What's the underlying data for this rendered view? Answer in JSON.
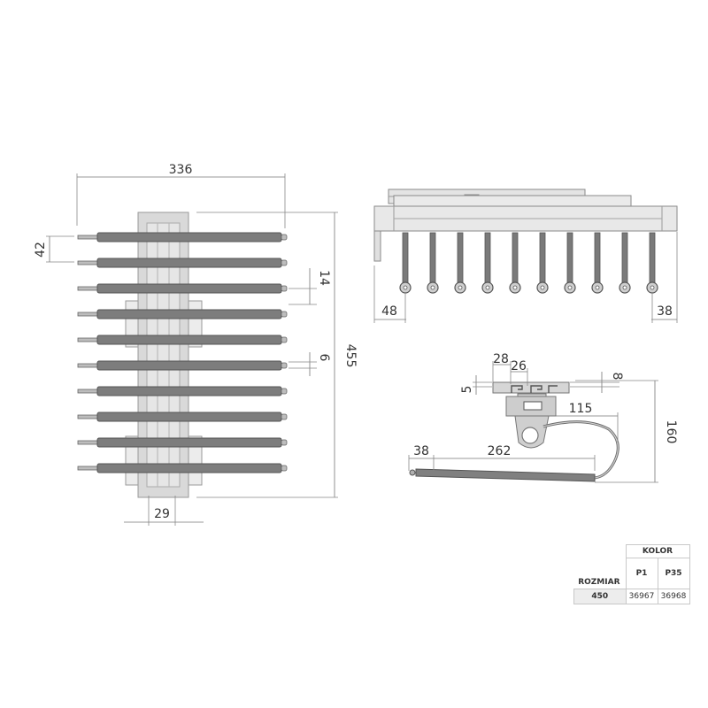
{
  "dimensions": {
    "front_width": "336",
    "rod_spacing": "42",
    "rod_gap": "14",
    "rod_thickness": "6",
    "total_height": "455",
    "rail_width": "29",
    "side_left_offset": "48",
    "side_right_offset": "38",
    "profile_a": "28",
    "profile_b": "26",
    "profile_c": "5",
    "profile_d": "8",
    "arm_reach": "115",
    "arm_depth": "160",
    "rod_start": "38",
    "rod_length": "262"
  },
  "table": {
    "header_group": "KOLOR",
    "row_label": "ROZMIAR",
    "col_p1": "P1",
    "col_p35": "P35",
    "size": "450",
    "code_p1": "36967",
    "code_p35": "36968"
  },
  "colors": {
    "line": "#555555",
    "rod_fill": "#7d7d7d",
    "frame_fill": "#d9d9d9",
    "frame_stroke": "#999999"
  }
}
